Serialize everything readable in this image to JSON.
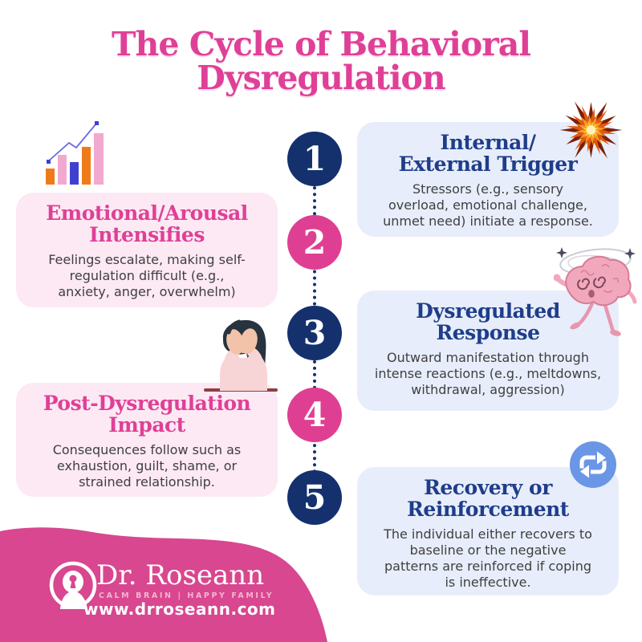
{
  "title": "The Cycle of Behavioral\nDysregulation",
  "steps": [
    {
      "number": "1",
      "heading": "Internal/\nExternal Trigger",
      "body": "Stressors (e.g., sensory\noverload, emotional challenge,\nunmet need) initiate a response.",
      "icon": "starburst-icon",
      "badge_color": "navy"
    },
    {
      "number": "2",
      "heading": "Emotional/Arousal\nIntensifies",
      "body": "Feelings escalate, making self-\nregulation difficult (e.g.,\nanxiety, anger, overwhelm)",
      "icon": "rising-bar-chart-icon",
      "badge_color": "pink"
    },
    {
      "number": "3",
      "heading": "Dysregulated\nResponse",
      "body": "Outward manifestation through\nintense reactions (e.g., meltdowns,\nwithdrawal, aggression)",
      "icon": "dizzy-brain-icon",
      "badge_color": "navy"
    },
    {
      "number": "4",
      "heading": "Post-Dysregulation\nImpact",
      "body": "Consequences follow such as\nexhaustion, guilt, shame, or\nstrained relationship.",
      "icon": "person-covering-face-icon",
      "badge_color": "pink"
    },
    {
      "number": "5",
      "heading": "Recovery or\nReinforcement",
      "body": "The individual either recovers to\nbaseline or the negative\npatterns are reinforced if coping\nis ineffective.",
      "icon": "repeat-arrows-icon",
      "badge_color": "navy"
    }
  ],
  "footer": {
    "brand": "Dr. Roseann",
    "tagline": "CALM BRAIN | HAPPY FAMILY",
    "website": "www.drroseann.com"
  },
  "colors": {
    "title_pink": "#df4097",
    "heading_navy": "#1e3d8a",
    "heading_pink": "#df4097",
    "badge_navy": "#14316e",
    "badge_pink": "#df3f92",
    "card_blue": "#e7edfa",
    "card_pink": "#fce9f3",
    "body_text": "#3f3f3f",
    "footer_pink": "#d8478f",
    "repeat_icon_blue": "#6b96e5",
    "bar_orange": "#ef7a1a",
    "bar_pink": "#f2a9cf",
    "bar_indigo": "#4040cf"
  }
}
